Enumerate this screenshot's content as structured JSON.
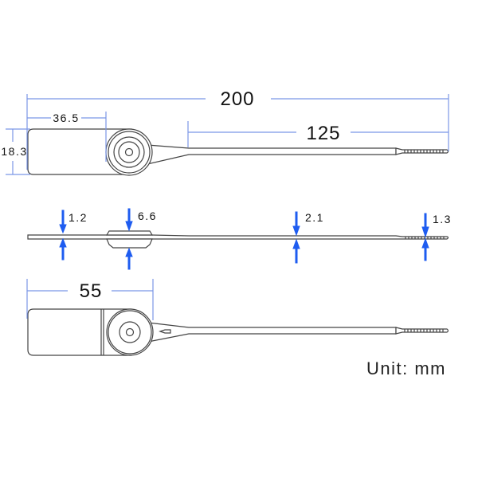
{
  "dimensions": {
    "overall_length": "200",
    "strap_length": "125",
    "head_length": "36.5",
    "tag_height": "18.3",
    "tag_length": "55",
    "tag_thickness": "1.2",
    "hub_thickness": "6.6",
    "strap_thickness": "2.1",
    "tip_thickness": "1.3"
  },
  "unit_label": "Unit: mm",
  "colors": {
    "dimension_line": "#7b97e6",
    "arrow": "#1e5cf0",
    "outline": "#444444"
  }
}
